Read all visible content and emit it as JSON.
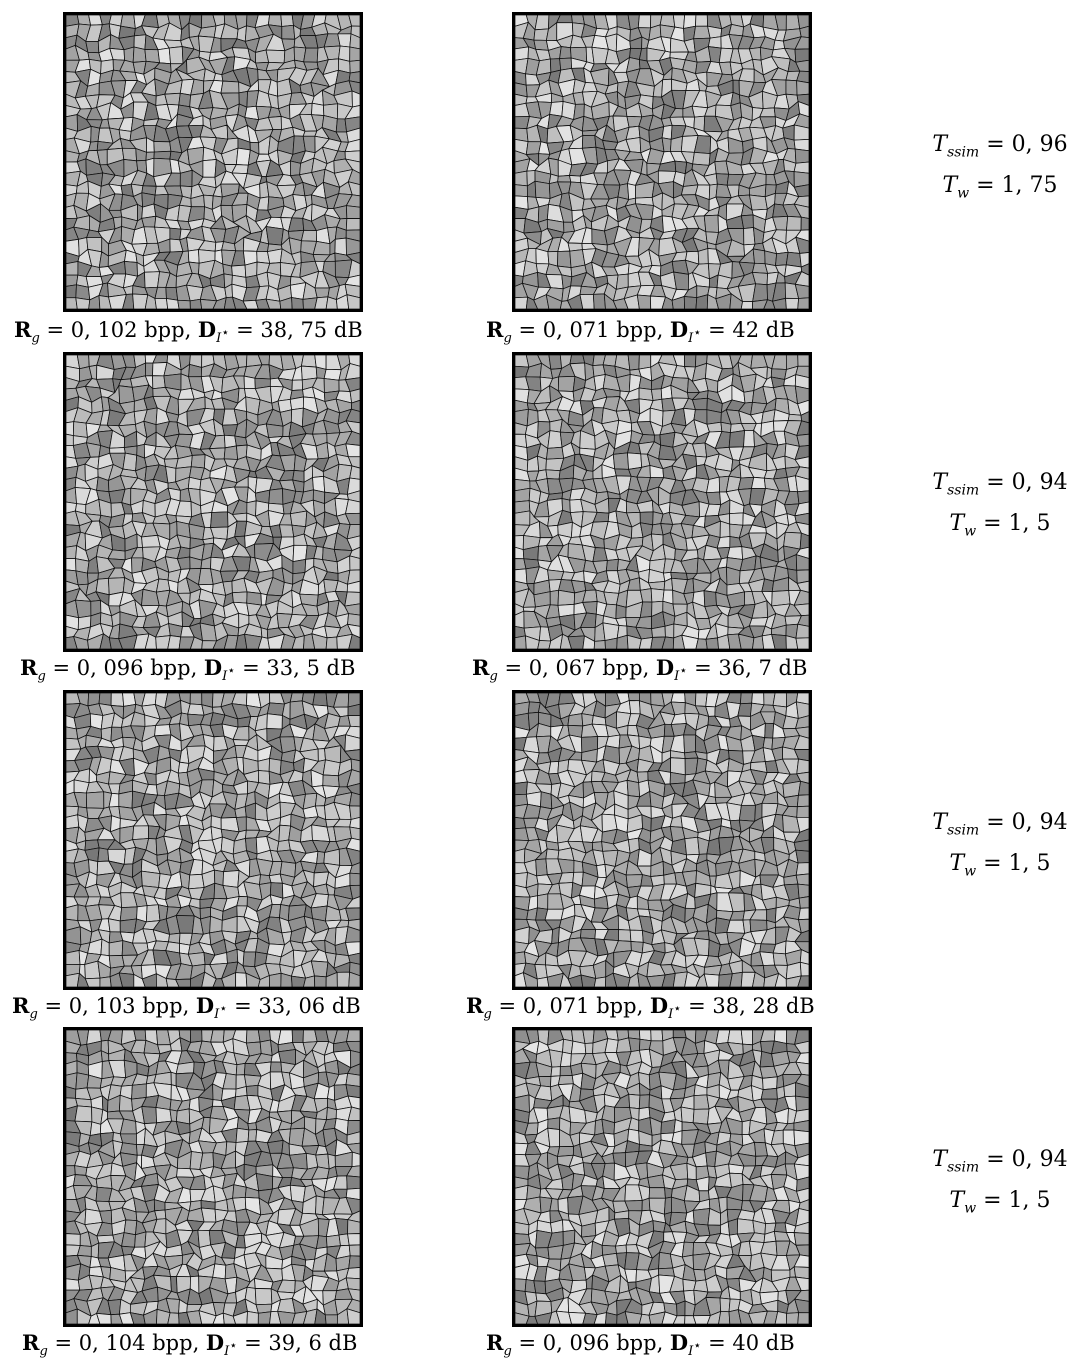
{
  "rows": [
    {
      "left": {
        "rate": "0, 102",
        "distortion": "38, 75",
        "unit": "dB",
        "rate_unit": "bpp"
      },
      "right": {
        "rate": "0, 071",
        "distortion": "42",
        "unit": "dB",
        "rate_unit": "bpp"
      },
      "t_ssim": "0, 96",
      "t_w": "1, 75"
    },
    {
      "left": {
        "rate": "0, 096",
        "distortion": "33, 5",
        "unit": "dB",
        "rate_unit": "bpp"
      },
      "right": {
        "rate": "0, 067",
        "distortion": "36, 7",
        "unit": "dB",
        "rate_unit": "bpp"
      },
      "t_ssim": "0, 94",
      "t_w": "1, 5"
    },
    {
      "left": {
        "rate": "0, 103",
        "distortion": "33, 06",
        "unit": "dB",
        "rate_unit": "bpp"
      },
      "right": {
        "rate": "0, 071",
        "distortion": "38, 28",
        "unit": "dB",
        "rate_unit": "bpp"
      },
      "t_ssim": "0, 94",
      "t_w": "1, 5"
    },
    {
      "left": {
        "rate": "0, 104",
        "distortion": "39, 6",
        "unit": "dB",
        "rate_unit": "bpp"
      },
      "right": {
        "rate": "0, 096",
        "distortion": "40",
        "unit": "dB",
        "rate_unit": "bpp"
      },
      "t_ssim": "0, 94",
      "t_w": "1, 5"
    }
  ],
  "labels": {
    "rate_symbol": "R",
    "rate_sub": "g",
    "dist_symbol": "D",
    "dist_sub": "I",
    "dist_sup": "⋆",
    "ssim_symbol": "T",
    "ssim_sub": "ssim",
    "w_symbol": "T",
    "w_sub": "w"
  }
}
